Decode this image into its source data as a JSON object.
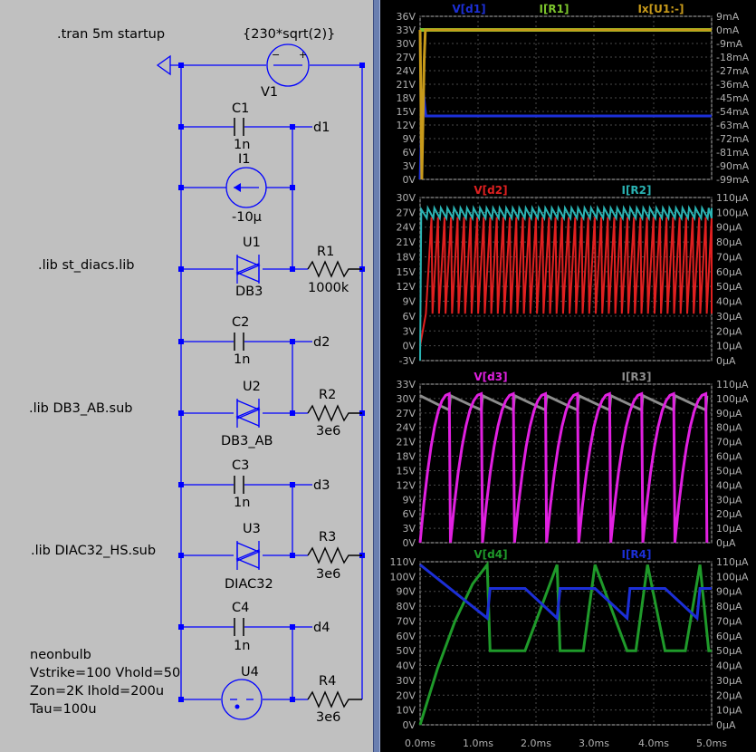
{
  "schematic": {
    "directive_tran": ".tran 5m startup",
    "source_value": "{230*sqrt(2)}",
    "source_name": "V1",
    "c1": {
      "name": "C1",
      "value": "1n"
    },
    "c2": {
      "name": "C2",
      "value": "1n"
    },
    "c3": {
      "name": "C3",
      "value": "1n"
    },
    "c4": {
      "name": "C4",
      "value": "1n"
    },
    "i1": {
      "name": "I1",
      "value": "-10µ"
    },
    "u1": {
      "name": "U1",
      "value": "DB3"
    },
    "u2": {
      "name": "U2",
      "value": "DB3_AB"
    },
    "u3": {
      "name": "U3",
      "value": "DIAC32"
    },
    "u4": {
      "name": "U4"
    },
    "r1": {
      "name": "R1",
      "value": "1000k"
    },
    "r2": {
      "name": "R2",
      "value": "3e6"
    },
    "r3": {
      "name": "R3",
      "value": "3e6"
    },
    "r4": {
      "name": "R4",
      "value": "3e6"
    },
    "nets": {
      "d1": "d1",
      "d2": "d2",
      "d3": "d3",
      "d4": "d4"
    },
    "lib1": ".lib st_diacs.lib",
    "lib2": ".lib DB3_AB.sub",
    "lib3": ".lib DIAC32_HS.sub",
    "neon_lines": [
      "neonbulb",
      "Vstrike=100 Vhold=50",
      "Zon=2K Ihold=200u",
      "Tau=100u"
    ]
  },
  "colors": {
    "wire": "#0000ff",
    "text": "#000000",
    "plot_bg": "#000000",
    "grid": "#4a4a4a",
    "axis_text": "#b0b0b0",
    "v_d1": "#1c2fd6",
    "i_r1": "#7cc42c",
    "ix_u1": "#c89a1a",
    "v_d2": "#e02020",
    "i_r2": "#2ab3b3",
    "v_d3": "#e020e0",
    "i_r3": "#8c8c8c",
    "v_d4": "#1f9a2a",
    "i_r4": "#1c2fd6"
  },
  "chart_data": [
    {
      "type": "line",
      "title": "",
      "xlabel": "",
      "x_ticks": [
        "0.0ms",
        "1.0ms",
        "2.0ms",
        "3.0ms",
        "4.0ms",
        "5.0ms"
      ],
      "xlim": [
        0,
        5
      ],
      "left_axis": {
        "ticks": [
          "36V",
          "33V",
          "30V",
          "27V",
          "24V",
          "21V",
          "18V",
          "15V",
          "12V",
          "9V",
          "6V",
          "3V",
          "0V"
        ],
        "ylim": [
          0,
          36
        ]
      },
      "right_axis": {
        "ticks": [
          "9mA",
          "0mA",
          "-9mA",
          "-18mA",
          "-27mA",
          "-36mA",
          "-45mA",
          "-54mA",
          "-63mA",
          "-72mA",
          "-81mA",
          "-90mA",
          "-99mA"
        ],
        "ylim": [
          -99,
          9
        ]
      },
      "series": [
        {
          "name": "V[d1]",
          "axis": "left",
          "x": [
            0,
            0.05,
            0.08,
            0.1,
            5.0
          ],
          "values": [
            0,
            20,
            16,
            14,
            14
          ]
        },
        {
          "name": "I[R1]",
          "axis": "right",
          "x": [
            0,
            0.05,
            5.0
          ],
          "values": [
            0,
            0,
            0
          ]
        },
        {
          "name": "Ix[U1:-]",
          "axis": "right",
          "x": [
            0,
            0.03,
            0.05,
            0.07,
            0.09,
            5.0
          ],
          "values": [
            0,
            -99,
            -60,
            -20,
            0,
            0
          ]
        }
      ]
    },
    {
      "type": "line",
      "title": "",
      "x_ticks": [
        "0.0ms",
        "1.0ms",
        "2.0ms",
        "3.0ms",
        "4.0ms",
        "5.0ms"
      ],
      "xlim": [
        0,
        5
      ],
      "left_axis": {
        "ticks": [
          "30V",
          "27V",
          "24V",
          "21V",
          "18V",
          "15V",
          "12V",
          "9V",
          "6V",
          "3V",
          "0V",
          "-3V"
        ],
        "ylim": [
          -3,
          30
        ]
      },
      "right_axis": {
        "ticks": [
          "110µA",
          "100µA",
          "90µA",
          "80µA",
          "70µA",
          "60µA",
          "50µA",
          "40µA",
          "30µA",
          "20µA",
          "10µA",
          "0µA"
        ],
        "ylim": [
          0,
          110
        ]
      },
      "series": [
        {
          "name": "V[d2]",
          "axis": "left",
          "note_values": "sawtooth between about 6.5V and 26V, period ~0.12ms after initial rise",
          "x": [
            0,
            0.1
          ],
          "values": [
            0,
            6.5
          ]
        },
        {
          "name": "I[R2]",
          "axis": "right",
          "note_values": "ripple between about 95µA and 103µA",
          "x": [
            0,
            0.02,
            0.1
          ],
          "values": [
            0,
            102,
            100
          ]
        }
      ]
    },
    {
      "type": "line",
      "title": "",
      "x_ticks": [
        "0.0ms",
        "1.0ms",
        "2.0ms",
        "3.0ms",
        "4.0ms",
        "5.0ms"
      ],
      "xlim": [
        0,
        5
      ],
      "left_axis": {
        "ticks": [
          "33V",
          "30V",
          "27V",
          "24V",
          "21V",
          "18V",
          "15V",
          "12V",
          "9V",
          "6V",
          "3V",
          "0V"
        ],
        "ylim": [
          0,
          33
        ]
      },
      "right_axis": {
        "ticks": [
          "110µA",
          "100µA",
          "90µA",
          "80µA",
          "70µA",
          "60µA",
          "50µA",
          "40µA",
          "30µA",
          "20µA",
          "10µA",
          "0µA"
        ],
        "ylim": [
          0,
          110
        ]
      },
      "series": [
        {
          "name": "V[d3]",
          "axis": "left",
          "peaks_ms": [
            0.5,
            1.05,
            1.6,
            2.15,
            2.7,
            3.25,
            3.8,
            4.35,
            4.9
          ],
          "peak_v": 31,
          "trough_v": 0
        },
        {
          "name": "I[R3]",
          "axis": "right",
          "peak_ua": 102,
          "trough_ua": 92
        }
      ]
    },
    {
      "type": "line",
      "title": "",
      "x_ticks": [
        "0.0ms",
        "1.0ms",
        "2.0ms",
        "3.0ms",
        "4.0ms",
        "5.0ms"
      ],
      "xlim": [
        0,
        5
      ],
      "left_axis": {
        "ticks": [
          "110V",
          "100V",
          "90V",
          "80V",
          "70V",
          "60V",
          "50V",
          "40V",
          "30V",
          "20V",
          "10V",
          "0V"
        ],
        "ylim": [
          0,
          110
        ]
      },
      "right_axis": {
        "ticks": [
          "110µA",
          "100µA",
          "90µA",
          "80µA",
          "70µA",
          "60µA",
          "50µA",
          "40µA",
          "30µA",
          "20µA",
          "10µA",
          "0µA"
        ],
        "ylim": [
          0,
          110
        ]
      },
      "series": [
        {
          "name": "V[d4]",
          "axis": "left",
          "x": [
            0,
            0.3,
            0.6,
            0.9,
            1.15,
            1.2,
            1.5,
            1.8,
            2.35,
            2.4,
            2.5,
            2.8,
            3.0,
            3.55,
            3.6,
            3.7,
            3.9,
            4.2,
            4.55,
            4.8,
            4.95,
            5.0
          ],
          "values": [
            0,
            38,
            70,
            95,
            108,
            50,
            50,
            50,
            108,
            50,
            50,
            50,
            108,
            50,
            50,
            50,
            108,
            50,
            50,
            108,
            50,
            50
          ]
        },
        {
          "name": "I[R4]",
          "axis": "right",
          "x": [
            0,
            1.15,
            1.2,
            1.8,
            2.35,
            2.4,
            3.0,
            3.55,
            3.6,
            4.2,
            4.75,
            4.8,
            5.0
          ],
          "values": [
            108,
            72,
            92,
            92,
            72,
            92,
            92,
            72,
            92,
            92,
            72,
            92,
            92
          ]
        }
      ]
    }
  ]
}
